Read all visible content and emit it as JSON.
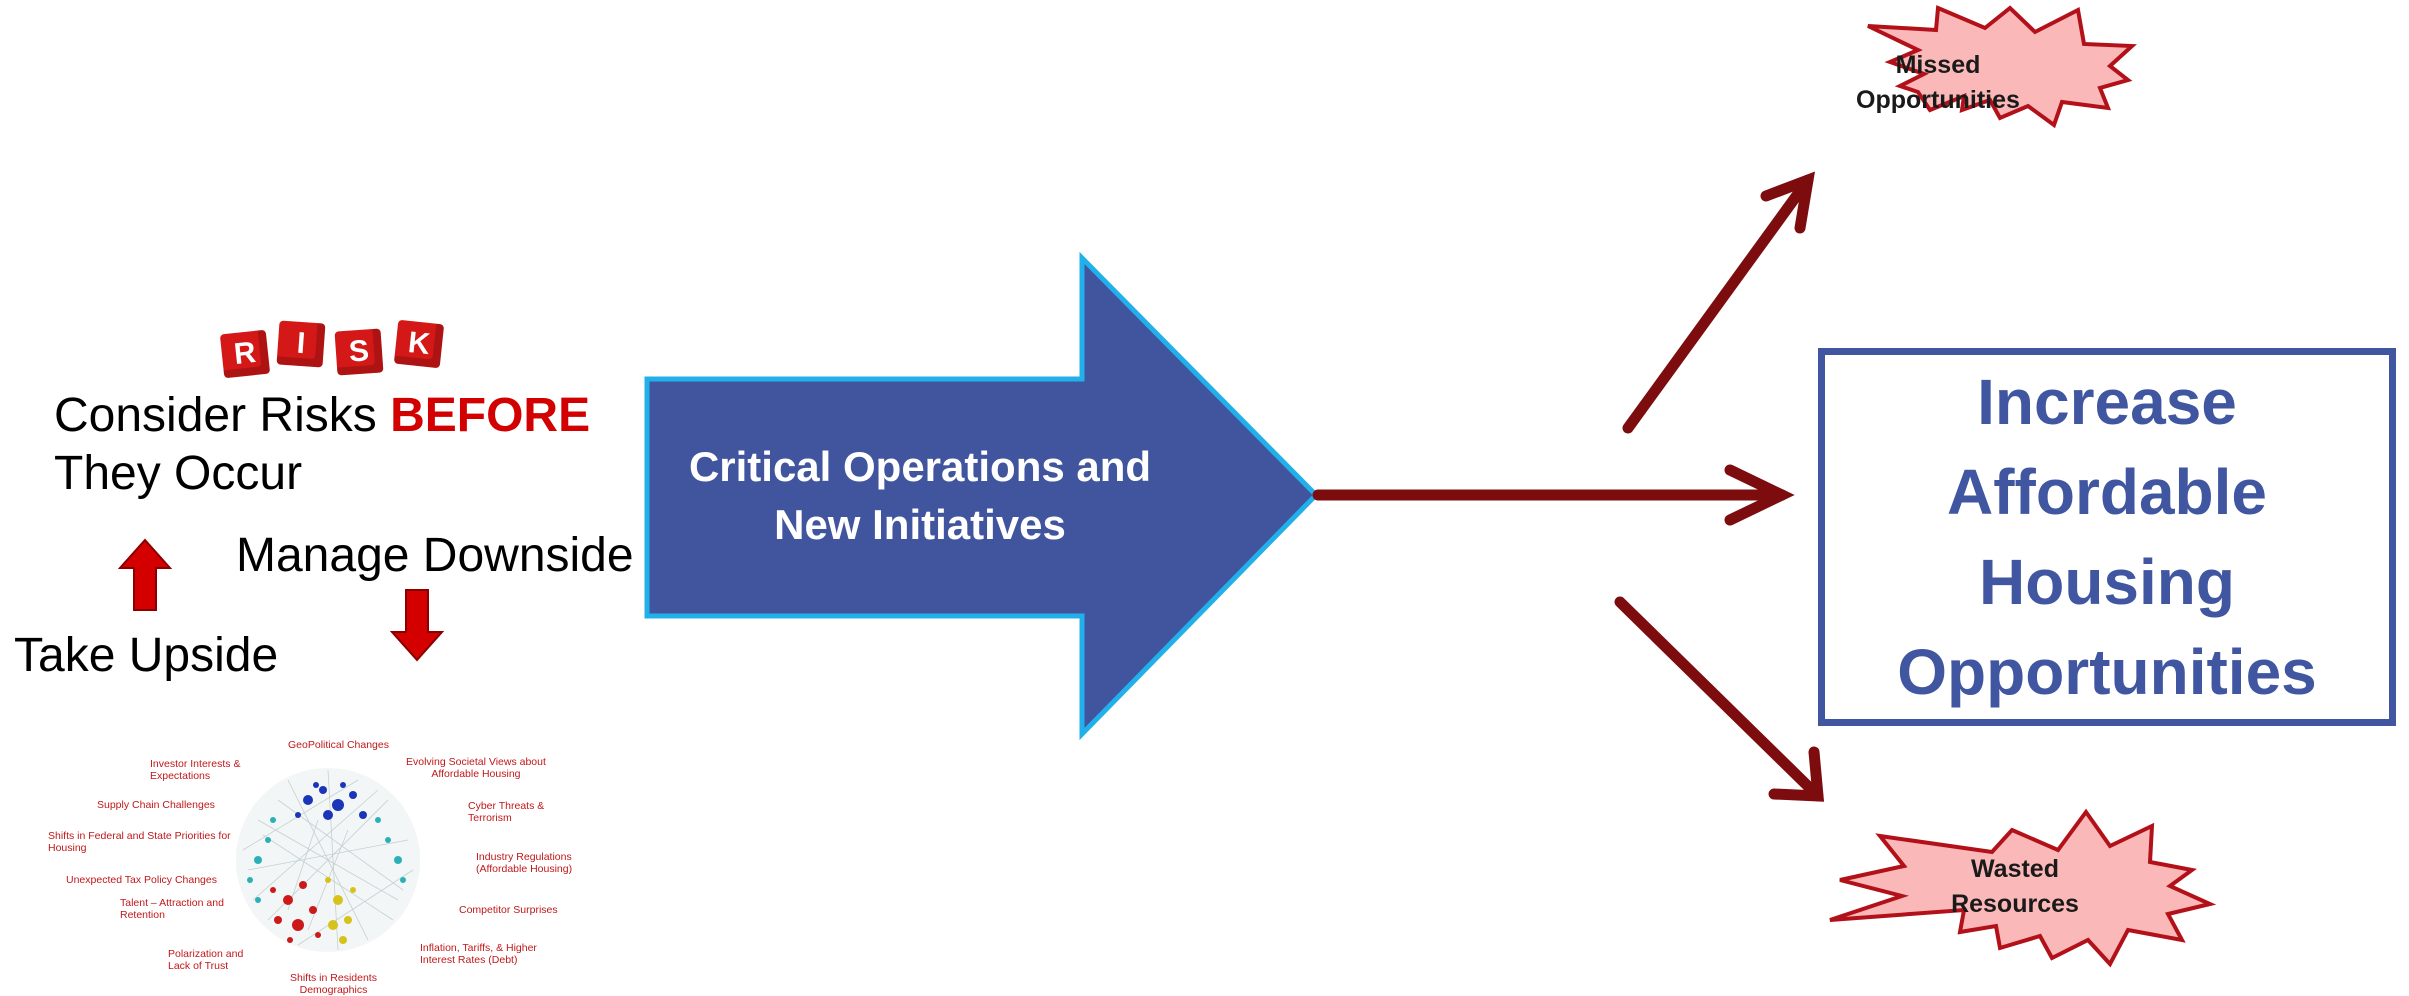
{
  "risk_section": {
    "cubes_letters": [
      "R",
      "I",
      "S",
      "K"
    ],
    "consider_prefix": "Consider Risks ",
    "consider_emphasis": "BEFORE",
    "consider_line2": "They Occur",
    "manage_downside": "Manage Downside",
    "take_upside": "Take Upside"
  },
  "network_labels": {
    "investor": "Investor Interests &\nExpectations",
    "geopolitical": "GeoPolitical Changes",
    "societal": "Evolving Societal Views about\nAffordable Housing",
    "supply": "Supply Chain Challenges",
    "cyber": "Cyber Threats &\nTerrorism",
    "federal": "Shifts in Federal and State Priorities for\nHousing",
    "industry": "Industry Regulations\n(Affordable Housing)",
    "tax": "Unexpected Tax Policy Changes",
    "talent": "Talent – Attraction and\nRetention",
    "competitor": "Competitor Surprises",
    "inflation": "Inflation, Tariffs, & Higher\nInterest Rates (Debt)",
    "polarization": "Polarization and\nLack of Trust",
    "demographics": "Shifts in Residents\nDemographics"
  },
  "center": {
    "label": "Critical Operations and\nNew Initiatives"
  },
  "outcomes": {
    "missed": "Missed\nOpportunities",
    "goal": "Increase\nAffordable\nHousing\nOpportunities",
    "wasted": "Wasted\nResources"
  },
  "colors": {
    "big_arrow_fill": "#41559f",
    "big_arrow_border": "#22b0ea",
    "dark_red_arrow": "#7c0c0e",
    "goal_blue": "#4156a0",
    "burst_fill": "#fbb8b8",
    "burst_border": "#b3111a",
    "red_emphasis": "#d20000"
  }
}
